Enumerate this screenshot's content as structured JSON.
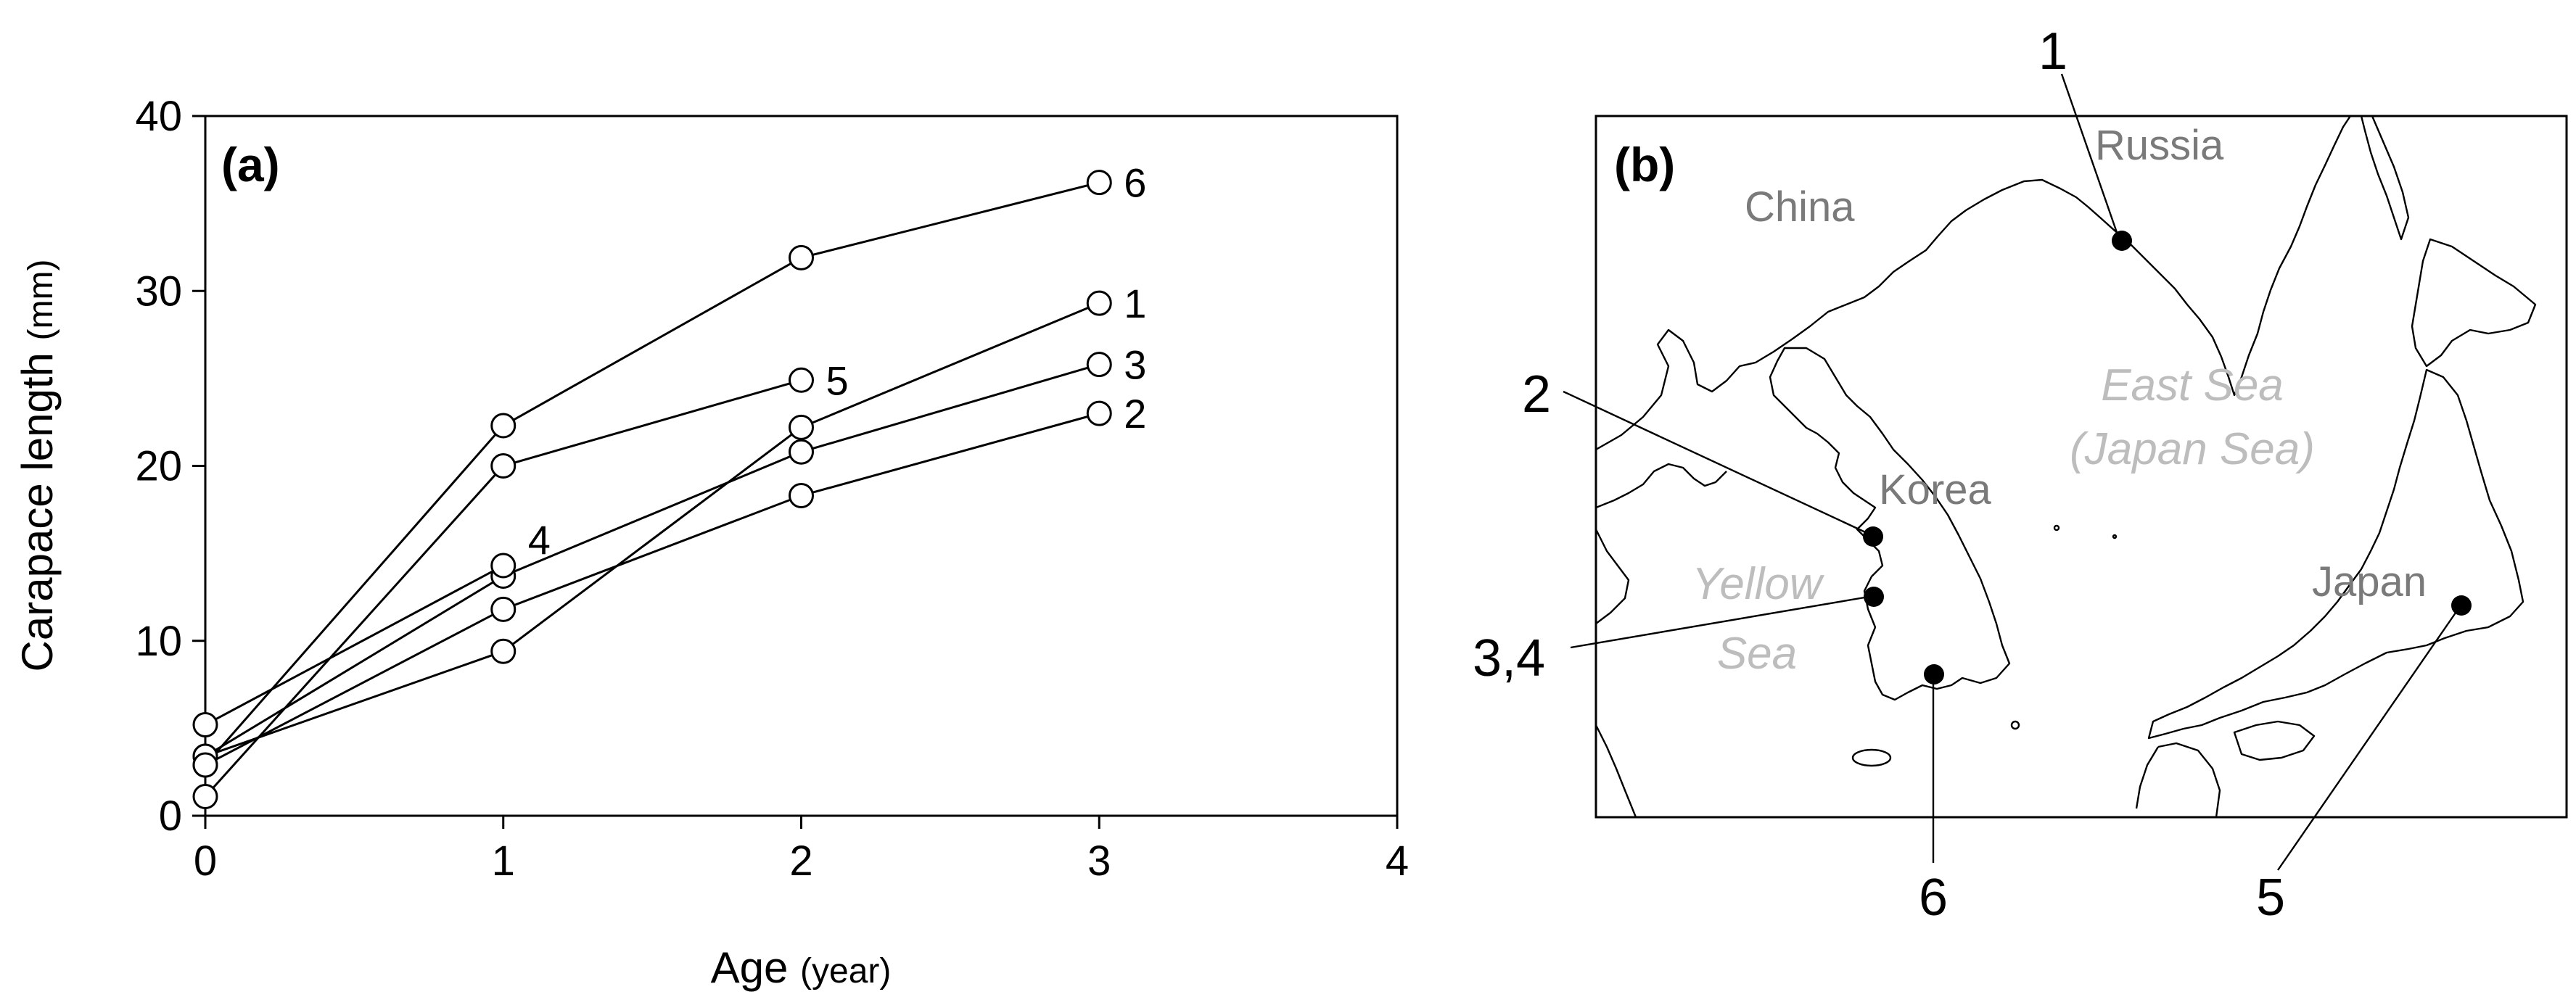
{
  "chart_data": [
    {
      "type": "line",
      "panel_label": "(a)",
      "xlabel": "Age",
      "xlabel_unit": "(year)",
      "ylabel": "Carapace length",
      "ylabel_unit": "(mm)",
      "xlim": [
        0,
        4
      ],
      "ylim": [
        0,
        40
      ],
      "xticks": [
        0,
        1,
        2,
        3,
        4
      ],
      "yticks": [
        0,
        10,
        20,
        30,
        40
      ],
      "marker": "open-circle",
      "series": [
        {
          "name": "1",
          "x": [
            0,
            1,
            2,
            3
          ],
          "y": [
            3.4,
            9.4,
            22.2,
            29.3
          ]
        },
        {
          "name": "2",
          "x": [
            0,
            1,
            2,
            3
          ],
          "y": [
            2.9,
            11.8,
            18.3,
            23.0
          ]
        },
        {
          "name": "3",
          "x": [
            0,
            1,
            2,
            3
          ],
          "y": [
            3.4,
            13.7,
            20.8,
            25.8
          ]
        },
        {
          "name": "4",
          "x": [
            0,
            1
          ],
          "y": [
            5.2,
            14.3
          ]
        },
        {
          "name": "5",
          "x": [
            0,
            1,
            2
          ],
          "y": [
            1.1,
            20.0,
            24.9
          ]
        },
        {
          "name": "6",
          "x": [
            0,
            1,
            2,
            3
          ],
          "y": [
            2.9,
            22.3,
            31.9,
            36.2
          ]
        }
      ]
    },
    {
      "type": "map",
      "panel_label": "(b)",
      "countries": [
        "China",
        "Russia",
        "Korea",
        "Japan"
      ],
      "seas": [
        {
          "line1": "East Sea",
          "line2": "(Japan Sea)"
        },
        {
          "line1": "Yellow",
          "line2": "Sea"
        }
      ],
      "sites": [
        "1",
        "2",
        "3,4",
        "5",
        "6"
      ]
    }
  ],
  "colors": {
    "line": "#000000",
    "marker_fill": "#ffffff",
    "country_text": "#7a7a7a",
    "sea_text": "#bdbdbd",
    "site_dot": "#000000"
  }
}
